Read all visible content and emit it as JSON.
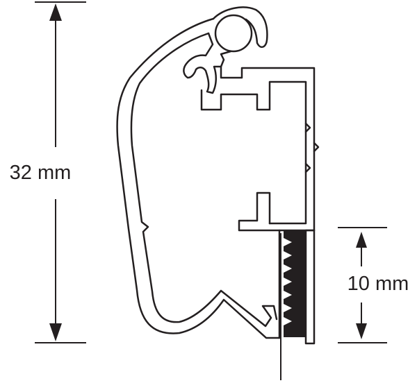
{
  "dimensions": {
    "overall": {
      "label": "32 mm"
    },
    "lower": {
      "label": "10 mm"
    }
  },
  "colors": {
    "line": "#231f20",
    "background": "#ffffff"
  },
  "icons": {
    "arrow": "arrowhead-triangle"
  }
}
